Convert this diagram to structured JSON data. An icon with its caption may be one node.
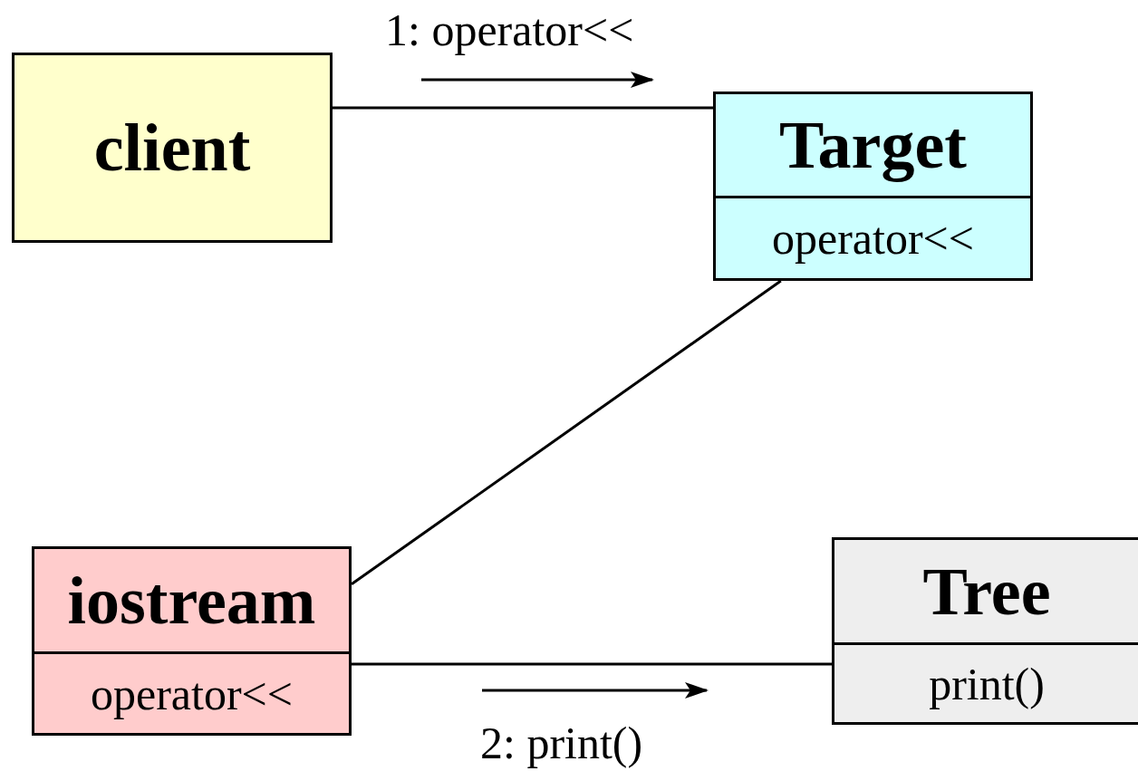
{
  "diagram": {
    "nodes": [
      {
        "text": [
          "client"
        ]
      },
      {
        "text": [
          "Target",
          "operator<<"
        ]
      },
      {
        "text": [
          "iostream",
          "operator<<"
        ]
      },
      {
        "text": [
          "Tree",
          "print()"
        ]
      }
    ],
    "edges": [
      {
        "from": 0,
        "to": 1,
        "arrow": "none",
        "label": "1: operator<<"
      },
      {
        "from": 1,
        "to": 2,
        "arrow": "none"
      },
      {
        "from": 2,
        "to": 3,
        "arrow": "none",
        "label": "2: print()"
      }
    ]
  }
}
